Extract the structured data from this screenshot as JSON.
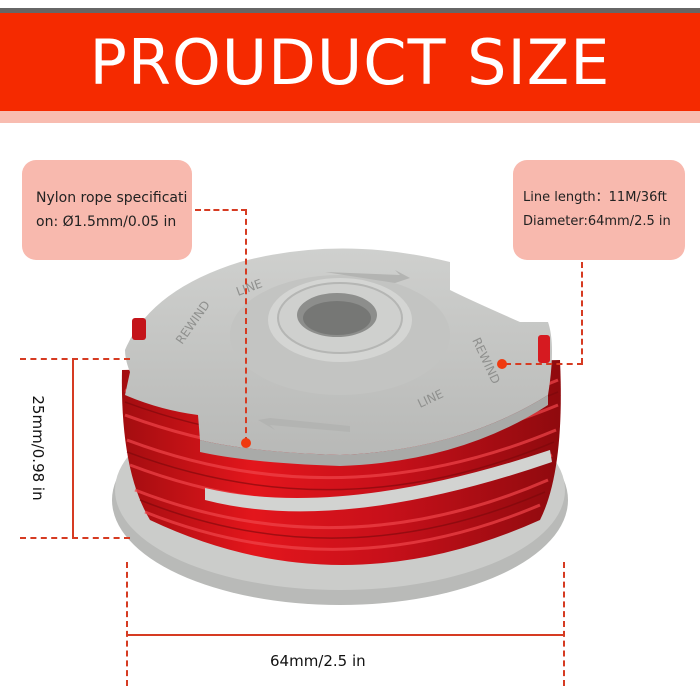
{
  "banner": {
    "title": "PROUDUCT SIZE"
  },
  "callouts": {
    "left": {
      "line1": "Nylon rope specificati",
      "line2": "on: Ø1.5mm/0.05 in"
    },
    "right": {
      "line1": "Line length：11M/36ft",
      "line2": "Diameter:64mm/2.5 in"
    }
  },
  "dimensions": {
    "height": "25mm/0.98 in",
    "width": "64mm/2.5 in"
  },
  "product": {
    "embossed_text": "REWIND LINE"
  },
  "colors": {
    "accent": "#f52a00",
    "callout_bg": "#f8b9ae",
    "line": "#d63b22",
    "spool_gray": "#c9cac8",
    "line_red": "#d8141a"
  }
}
